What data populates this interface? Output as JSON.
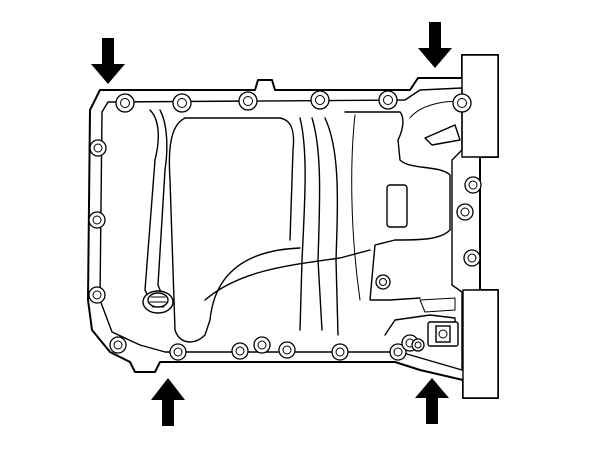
{
  "figure": {
    "subject": "oil-pan",
    "arrow_directions": [
      "down",
      "down",
      "up",
      "up"
    ],
    "bolt_count": 22,
    "colors": {
      "line": "#000000",
      "background": "#ffffff",
      "arrow": "#000000"
    }
  }
}
